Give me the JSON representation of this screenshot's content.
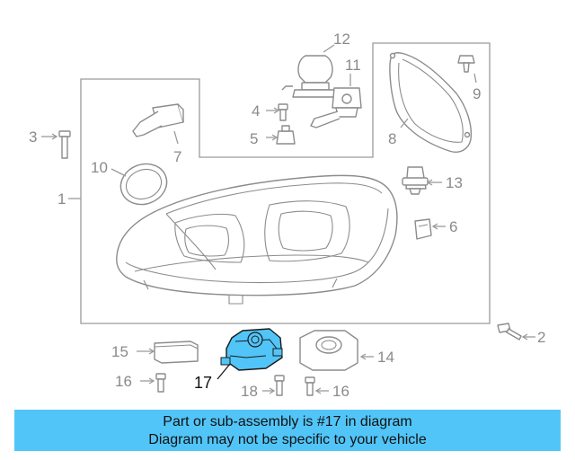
{
  "colors": {
    "highlight": "#52c5f8",
    "part_outline": "#8c8c8c",
    "label": "#8a8a8a"
  },
  "labels": {
    "p1": "1",
    "p2": "2",
    "p3": "3",
    "p4": "4",
    "p5": "5",
    "p6": "6",
    "p7": "7",
    "p8": "8",
    "p9": "9",
    "p10": "10",
    "p11": "11",
    "p12": "12",
    "p13": "13",
    "p14": "14",
    "p15": "15",
    "p16a": "16",
    "p16b": "16",
    "p17": "17",
    "p18": "18"
  },
  "banner": {
    "line1": "Part or sub-assembly is #17 in diagram",
    "line2": "Diagram may not be specific to your vehicle"
  }
}
